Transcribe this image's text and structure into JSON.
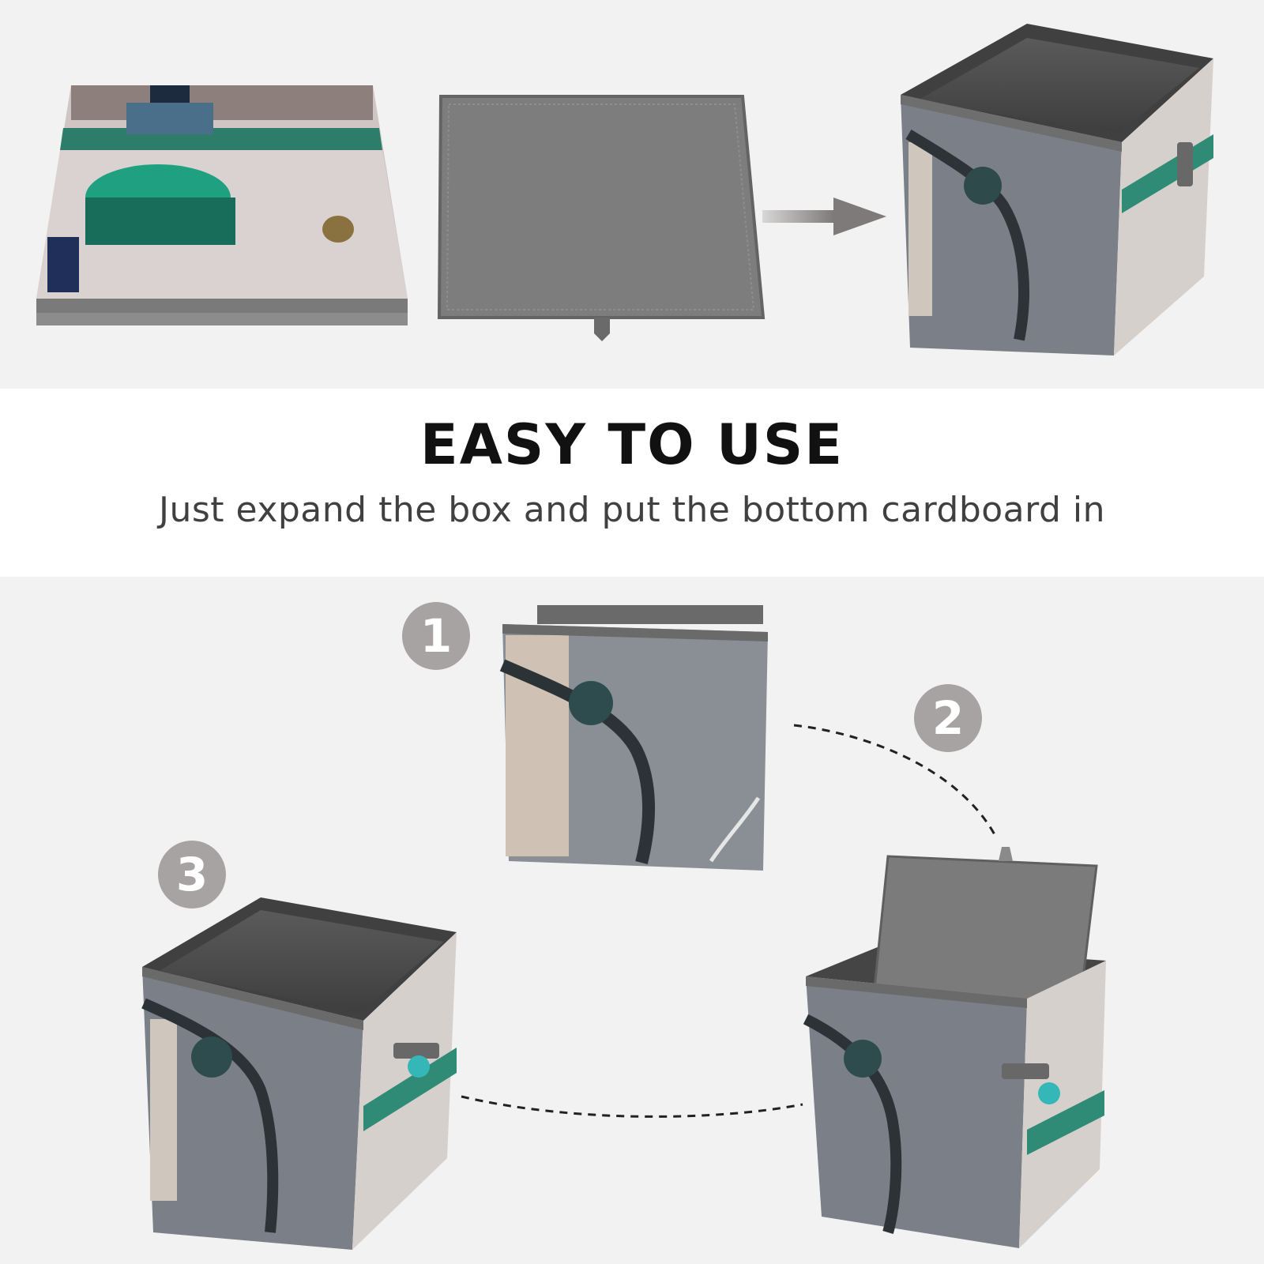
{
  "header": {
    "title": "EASY TO USE",
    "subtitle": "Just expand the box and put the bottom cardboard in"
  },
  "steps": [
    {
      "number": "1"
    },
    {
      "number": "2"
    },
    {
      "number": "3"
    }
  ],
  "colors": {
    "badge": "#a8a3a3",
    "fabric_gray": "#7b8088",
    "trim_gray": "#6b6b6b",
    "teal_accent": "#2f8a76",
    "arrow": "#807c7c"
  }
}
